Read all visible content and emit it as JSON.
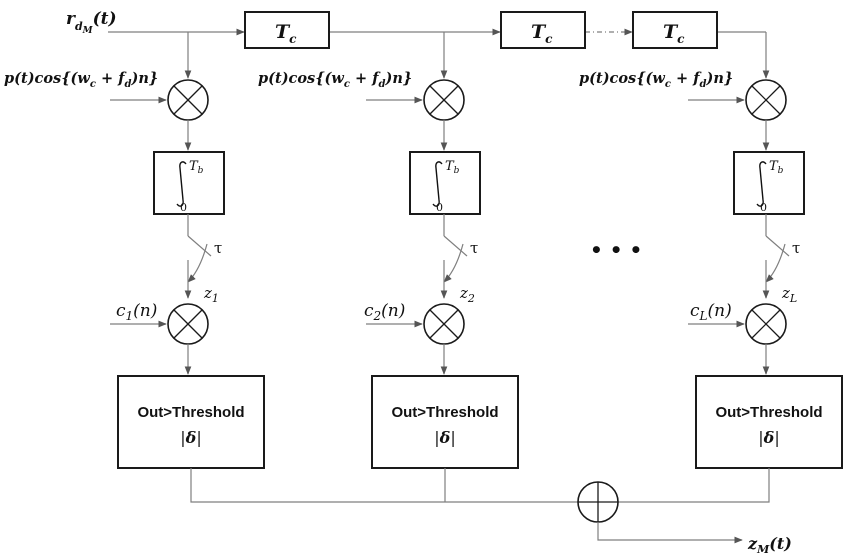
{
  "input_signal": {
    "symbol": "r",
    "sub": "d",
    "subsub": "M",
    "arg": "(t)"
  },
  "output_signal": {
    "symbol": "z",
    "sub": "M",
    "arg": "(t)"
  },
  "delay_label": {
    "symbol": "T",
    "sub": "c"
  },
  "mixer_label": {
    "pre": "p(t)cos{(",
    "w": "w",
    "wsub": "c",
    "plus": " + ",
    "f": "f",
    "fsub": "d",
    "post": ")n}"
  },
  "integrator": {
    "upper": "T",
    "upper_sub": "b",
    "lower": "0"
  },
  "switch_label": "τ",
  "ellipsis": "• • •",
  "branches": [
    {
      "code": {
        "c": "c",
        "sub": "1",
        "arg": "(n)"
      },
      "z": {
        "z": "z",
        "sub": "1"
      }
    },
    {
      "code": {
        "c": "c",
        "sub": "2",
        "arg": "(n)"
      },
      "z": {
        "z": "z",
        "sub": "2"
      }
    },
    {
      "code": {
        "c": "c",
        "sub": "L",
        "arg": "(n)"
      },
      "z": {
        "z": "z",
        "sub": "L"
      }
    }
  ],
  "threshold": {
    "line1": "Out>Threshold",
    "line2_pre": "|",
    "delta": "δ",
    "line2_post": "|"
  },
  "colors": {
    "wire": "#7f7f7f",
    "block": "#1a1a1a",
    "text": "#111111"
  }
}
